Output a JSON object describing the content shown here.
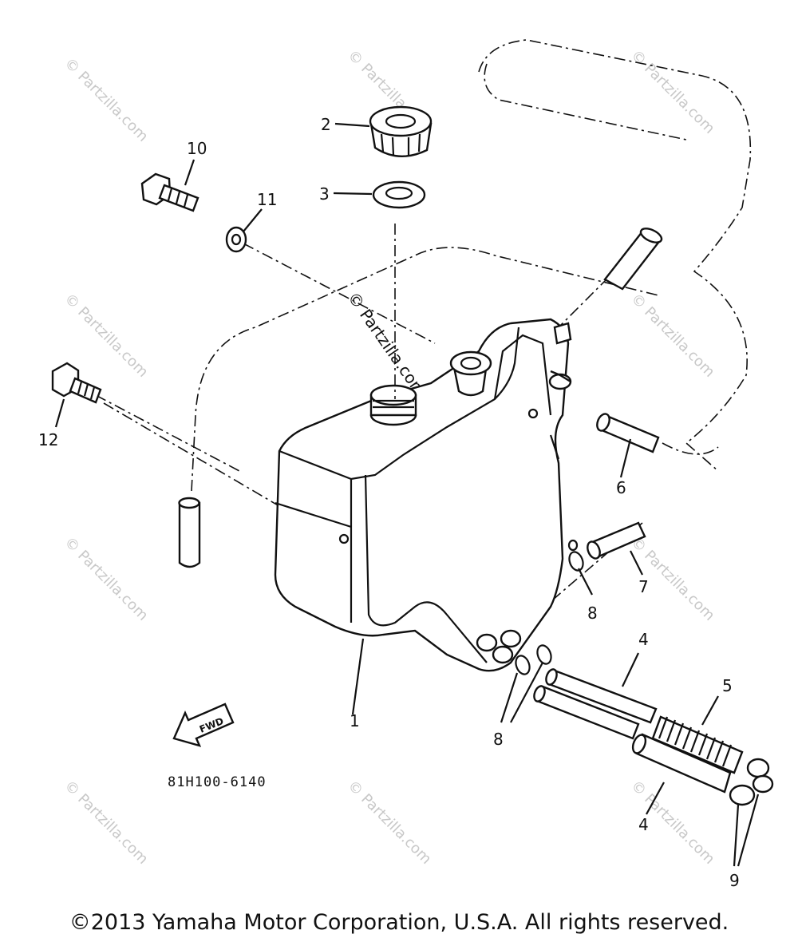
{
  "callouts": {
    "c1": "1",
    "c2": "2",
    "c3": "3",
    "c4a": "4",
    "c4b": "4",
    "c5": "5",
    "c6": "6",
    "c7": "7",
    "c8a": "8",
    "c8b": "8",
    "c9": "9",
    "c10": "10",
    "c11": "11",
    "c12": "12"
  },
  "watermark": {
    "text": "© Partzilla.com",
    "center_text": "© Partzilla.com"
  },
  "fwd_label": "FWD",
  "diagram_code": "81H100-6140",
  "copyright": "©2013 Yamaha Motor Corporation, U.S.A. All rights reserved.",
  "colors": {
    "ink": "#111111",
    "watermark": "#c8c8c8",
    "background": "#ffffff"
  }
}
